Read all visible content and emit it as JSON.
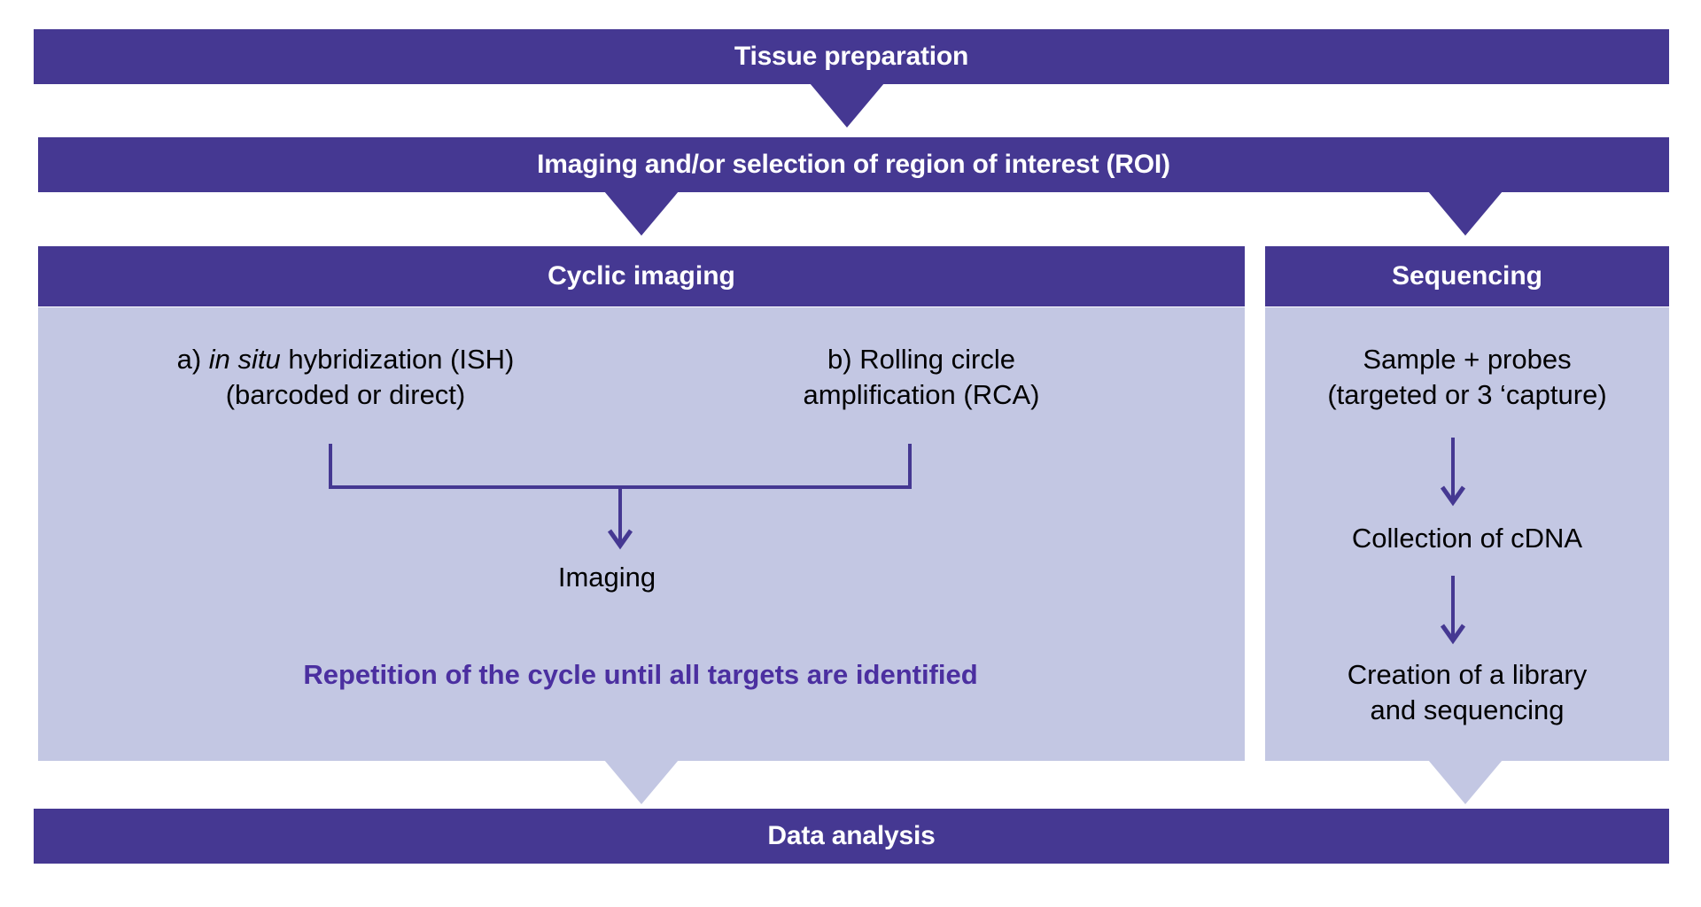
{
  "colors": {
    "dark_purple": "#453892",
    "light_lavender": "#c3c7e3",
    "accent_text_purple": "#4b2fa0",
    "white": "#ffffff",
    "black": "#000000"
  },
  "flow": {
    "top_bar": "Tissue preparation",
    "second_bar": "Imaging and/or selection of region of interest (ROI)",
    "bottom_bar": "Data analysis"
  },
  "columns": {
    "cyclic": {
      "header": "Cyclic imaging",
      "option_a_line1_prefix": "a) ",
      "option_a_line1_italic": "in situ",
      "option_a_line1_suffix": " hybridization (ISH)",
      "option_a_line2": "(barcoded or direct)",
      "option_b_line1": "b) Rolling circle",
      "option_b_line2": "amplification (RCA)",
      "imaging_step": "Imaging",
      "repetition_note": "Repetition of the cycle until all targets are identified"
    },
    "sequencing": {
      "header": "Sequencing",
      "step1_line1": "Sample + probes",
      "step1_line2": "(targeted or 3 ‘capture)",
      "step2": "Collection of cDNA",
      "step3_line1": "Creation of a library",
      "step3_line2": "and sequencing"
    }
  },
  "chart_data": {
    "type": "diagram",
    "title": "Spatial transcriptomics workflow flowchart",
    "nodes": [
      {
        "id": "tissue",
        "label": "Tissue preparation",
        "style": "dark-bar"
      },
      {
        "id": "roi",
        "label": "Imaging and/or selection of region of interest (ROI)",
        "style": "dark-bar"
      },
      {
        "id": "cyclic",
        "label": "Cyclic imaging",
        "style": "column-header"
      },
      {
        "id": "sequencing",
        "label": "Sequencing",
        "style": "column-header"
      },
      {
        "id": "ish",
        "label": "a) in situ hybridization (ISH) (barcoded or direct)",
        "style": "panel-text"
      },
      {
        "id": "rca",
        "label": "b) Rolling circle amplification (RCA)",
        "style": "panel-text"
      },
      {
        "id": "imaging",
        "label": "Imaging",
        "style": "panel-text"
      },
      {
        "id": "repetition",
        "label": "Repetition of the cycle until all targets are identified",
        "style": "panel-emphasis"
      },
      {
        "id": "sample",
        "label": "Sample + probes (targeted or 3 ‘capture)",
        "style": "panel-text"
      },
      {
        "id": "cdna",
        "label": "Collection of cDNA",
        "style": "panel-text"
      },
      {
        "id": "library",
        "label": "Creation of a library and sequencing",
        "style": "panel-text"
      },
      {
        "id": "data",
        "label": "Data analysis",
        "style": "dark-bar"
      }
    ],
    "edges": [
      {
        "from": "tissue",
        "to": "roi",
        "style": "wide-triangle"
      },
      {
        "from": "roi",
        "to": "cyclic",
        "style": "wide-triangle"
      },
      {
        "from": "roi",
        "to": "sequencing",
        "style": "wide-triangle"
      },
      {
        "from": "ish",
        "to": "imaging",
        "style": "merge-bracket-arrow"
      },
      {
        "from": "rca",
        "to": "imaging",
        "style": "merge-bracket-arrow"
      },
      {
        "from": "sample",
        "to": "cdna",
        "style": "thin-arrow"
      },
      {
        "from": "cdna",
        "to": "library",
        "style": "thin-arrow"
      },
      {
        "from": "cyclic",
        "to": "data",
        "style": "wide-triangle-light"
      },
      {
        "from": "sequencing",
        "to": "data",
        "style": "wide-triangle-light"
      }
    ]
  }
}
